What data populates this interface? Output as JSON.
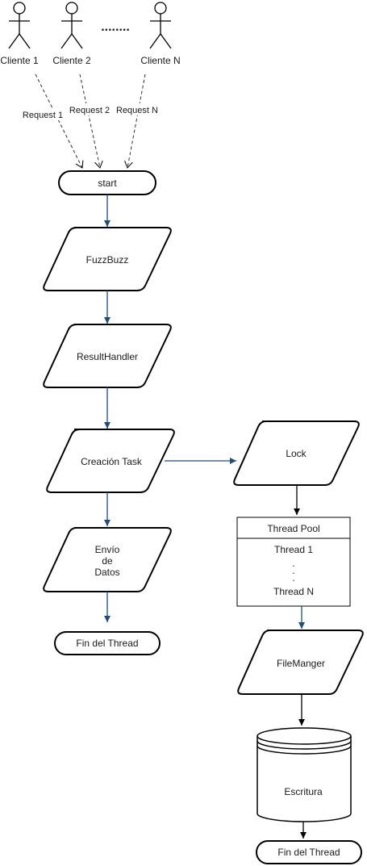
{
  "actors": [
    {
      "label": "Cliente 1"
    },
    {
      "label": "Cliente 2"
    },
    {
      "label": "Cliente N"
    }
  ],
  "actors_ellipsis": "........",
  "requests": [
    {
      "label": "Request 1"
    },
    {
      "label": "Request 2"
    },
    {
      "label": "Request N"
    }
  ],
  "nodes": {
    "start": "start",
    "fuzzbuzz": "FuzzBuzz",
    "result_handler": "ResultHandler",
    "creacion_task": "Creación Task",
    "envio_line1": "Envío",
    "envio_line2": "de",
    "envio_line3": "Datos",
    "fin_thread_left": "Fin del Thread",
    "lock": "Lock",
    "file_manger": "FileManger",
    "escritura": "Escritura",
    "fin_thread_right": "Fin del Thread"
  },
  "thread_pool": {
    "title": "Thread Pool",
    "first": "Thread 1",
    "dots": ".\n.\n.",
    "last": "Thread N"
  },
  "colors": {
    "arrow": "#1f4e79",
    "stroke": "#000000",
    "dashed": "#333333"
  }
}
